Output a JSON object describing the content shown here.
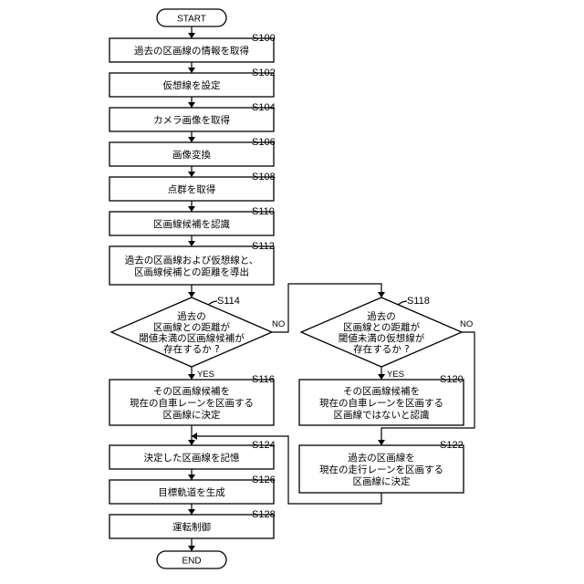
{
  "terminals": {
    "start": "START",
    "end": "END"
  },
  "processes": [
    {
      "step": "S100",
      "lines": [
        "過去の区画線の情報を取得"
      ]
    },
    {
      "step": "S102",
      "lines": [
        "仮想線を設定"
      ]
    },
    {
      "step": "S104",
      "lines": [
        "カメラ画像を取得"
      ]
    },
    {
      "step": "S106",
      "lines": [
        "画像変換"
      ]
    },
    {
      "step": "S108",
      "lines": [
        "点群を取得"
      ]
    },
    {
      "step": "S110",
      "lines": [
        "区画線候補を認識"
      ]
    },
    {
      "step": "S112",
      "lines": [
        "過去の区画線および仮想線と、",
        "区画線候補との距離を導出"
      ]
    },
    {
      "step": "S116",
      "lines": [
        "その区画線候補を",
        "現在の自車レーンを区画する",
        "区画線に決定"
      ]
    },
    {
      "step": "S120",
      "lines": [
        "その区画線候補を",
        "現在の自車レーンを区画する",
        "区画線ではないと認識"
      ]
    },
    {
      "step": "S122",
      "lines": [
        "過去の区画線を",
        "現在の走行レーンを区画する",
        "区画線に決定"
      ]
    },
    {
      "step": "S124",
      "lines": [
        "決定した区画線を記憶"
      ]
    },
    {
      "step": "S126",
      "lines": [
        "目標軌道を生成"
      ]
    },
    {
      "step": "S128",
      "lines": [
        "運転制御"
      ]
    }
  ],
  "decisions": [
    {
      "step": "S114",
      "lines": [
        "過去の",
        "区画線との距離が",
        "閾値未満の区画線候補が",
        "存在するか ?"
      ]
    },
    {
      "step": "S118",
      "lines": [
        "過去の",
        "区画線との距離が",
        "閾値未満の仮想線が",
        "存在するか ?"
      ]
    }
  ],
  "edge_labels": {
    "yes": "YES",
    "no": "NO"
  }
}
